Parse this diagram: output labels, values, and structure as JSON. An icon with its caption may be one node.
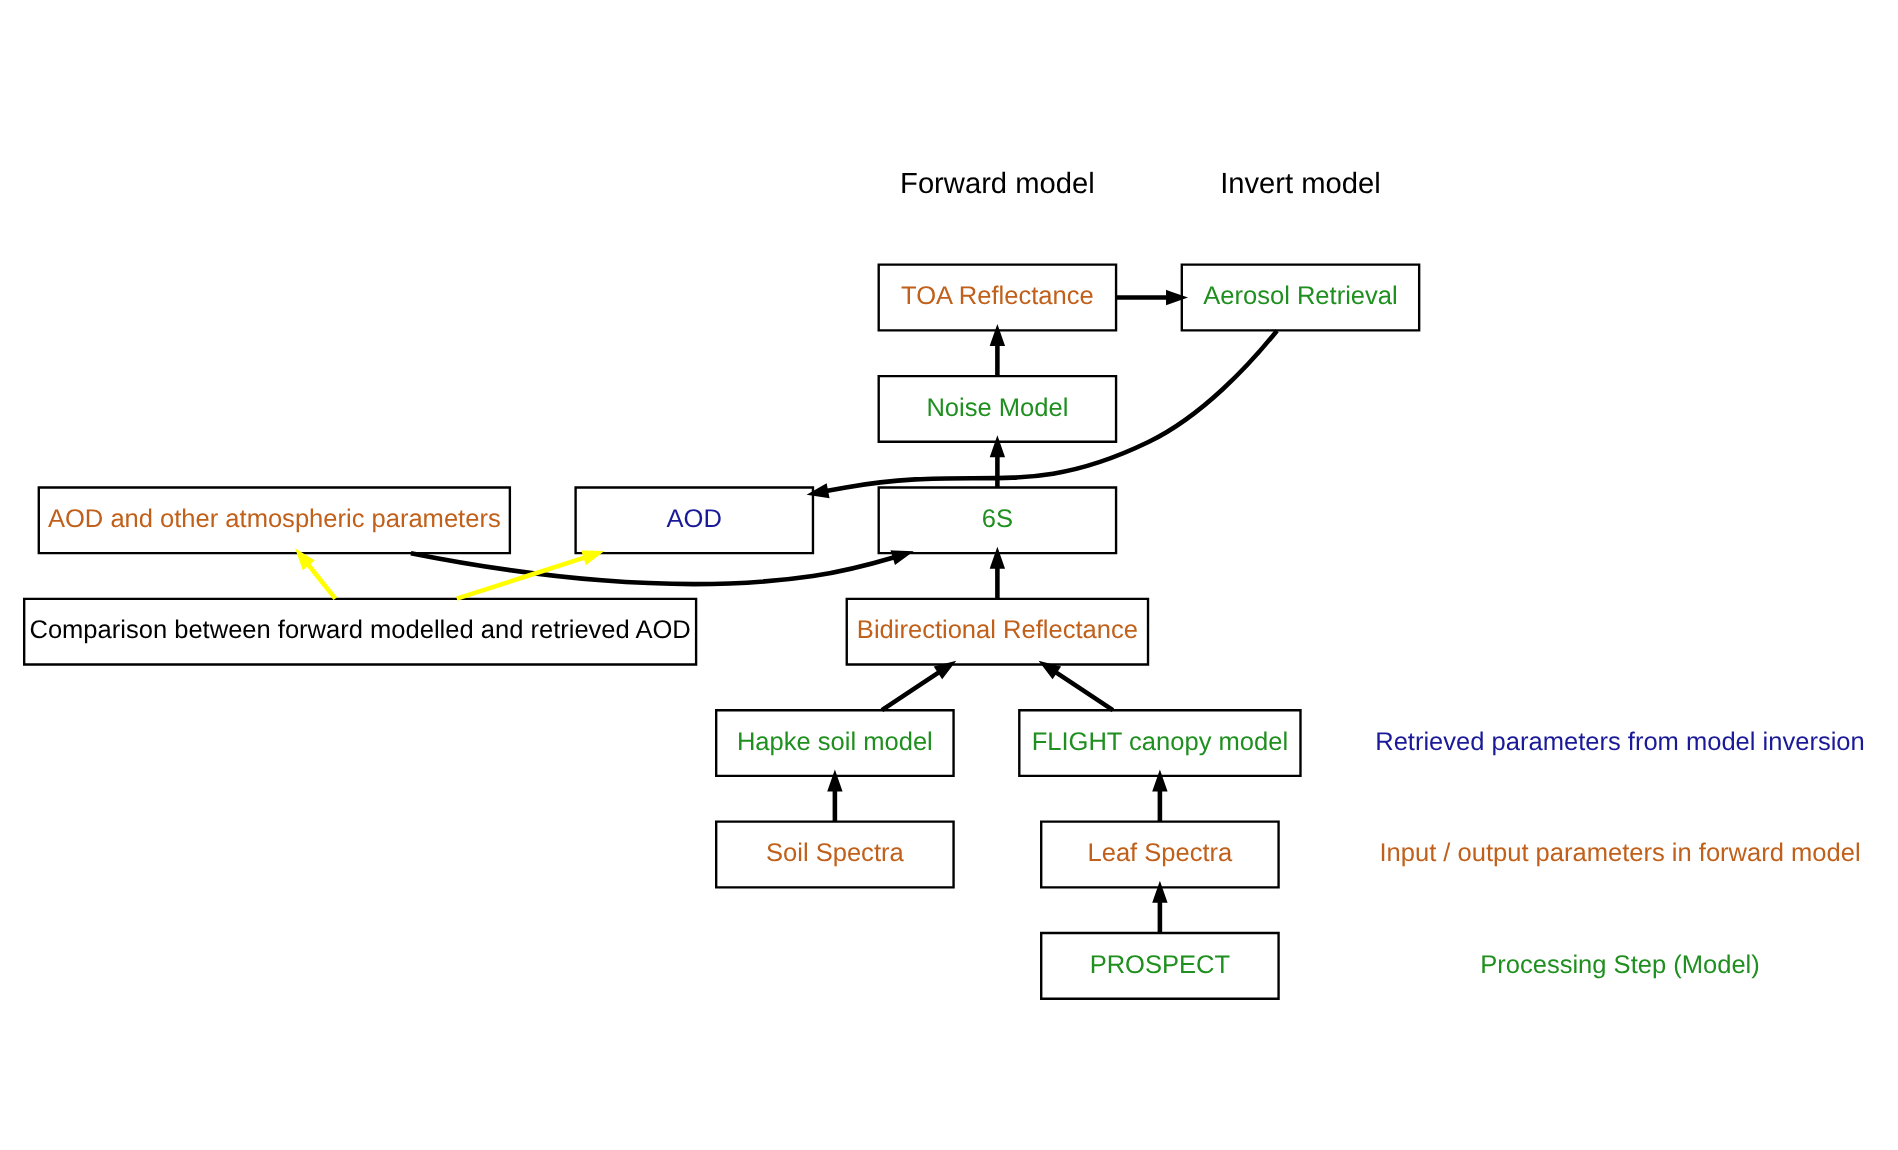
{
  "diagram": {
    "nodes": [
      {
        "text": [
          "TOA Reflectance"
        ]
      },
      {
        "text": [
          "Aerosol Retrieval"
        ]
      },
      {
        "text": [
          "Noise Model"
        ]
      },
      {
        "text": [
          "AOD and other atmospheric parameters"
        ]
      },
      {
        "text": [
          "6S"
        ]
      },
      {
        "text": [
          "AOD"
        ]
      },
      {
        "text": [
          "Bidirectional Reflectance"
        ]
      },
      {
        "text": [
          "Comparison between forward modelled and retrieved AOD"
        ]
      },
      {
        "text": [
          "FLIGHT canopy model"
        ]
      },
      {
        "text": [
          "Hapke soil model"
        ]
      },
      {
        "text": [
          "Leaf Spectra"
        ]
      },
      {
        "text": [
          "Soil Spectra"
        ]
      },
      {
        "text": [
          "PROSPECT"
        ]
      }
    ],
    "edges": [
      {
        "from": 0,
        "to": 1,
        "arrow": "to"
      },
      {
        "from": 1,
        "to": 5,
        "arrow": "to"
      },
      {
        "from": 2,
        "to": 0,
        "arrow": "to"
      },
      {
        "from": 4,
        "to": 2,
        "arrow": "to"
      },
      {
        "from": 3,
        "to": 4,
        "arrow": "to"
      },
      {
        "from": 6,
        "to": 4,
        "arrow": "to"
      },
      {
        "from": 8,
        "to": 6,
        "arrow": "to"
      },
      {
        "from": 9,
        "to": 6,
        "arrow": "to"
      },
      {
        "from": 10,
        "to": 8,
        "arrow": "to"
      },
      {
        "from": 11,
        "to": 9,
        "arrow": "to"
      },
      {
        "from": 12,
        "to": 10,
        "arrow": "to"
      },
      {
        "from": 7,
        "to": 3,
        "arrow": "to",
        "color": "#ffff00"
      },
      {
        "from": 7,
        "to": 5,
        "arrow": "to",
        "color": "#ffff00"
      }
    ],
    "labels": [
      "Forward model",
      "Invert model"
    ],
    "legend": [
      {
        "text": "Retrieved parameters from model inversion",
        "color": "#1a1a99"
      },
      {
        "text": "Input / output parameters in forward model",
        "color": "#c0601a"
      },
      {
        "text": "Processing Step (Model)",
        "color": "#1f8f1f"
      }
    ]
  }
}
